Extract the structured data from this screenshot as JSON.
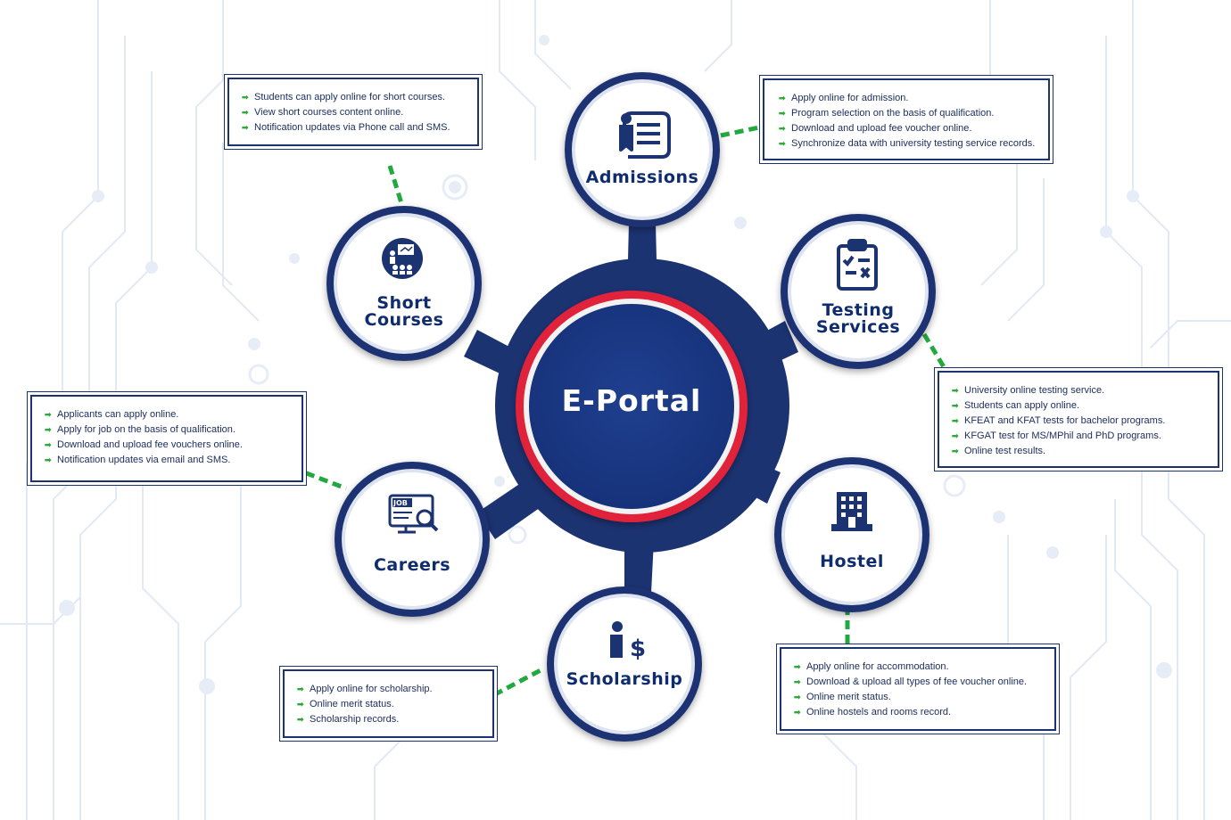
{
  "center": {
    "title": "E-Portal"
  },
  "colors": {
    "navy": "#1c3372",
    "navy_dark": "#0f2c6e",
    "red_ring": "#e0233a",
    "bullet_green": "#2eaa3a",
    "connector_green": "#21a93f",
    "circuit": "#dfe7f3"
  },
  "nodes": [
    {
      "id": "admissions",
      "title_lines": [
        "Admissions"
      ],
      "icon": "certificate-scroll-icon",
      "items": [
        "Apply online for admission.",
        "Program selection on the basis of qualification.",
        "Download and upload fee voucher online.",
        "Synchronize data with university testing service records."
      ]
    },
    {
      "id": "testing",
      "title_lines": [
        "Testing",
        "Services"
      ],
      "icon": "clipboard-checklist-icon",
      "items": [
        "University online testing service.",
        "Students can apply online.",
        "KFEAT and KFAT tests for bachelor programs.",
        "KFGAT test for MS/MPhil and PhD programs.",
        "Online test results."
      ]
    },
    {
      "id": "hostel",
      "title_lines": [
        "Hostel"
      ],
      "icon": "building-icon",
      "items": [
        "Apply online for accommodation.",
        "Download & upload all types of fee voucher online.",
        "Online merit status.",
        "Online hostels and rooms record."
      ]
    },
    {
      "id": "scholarship",
      "title_lines": [
        "Scholarship"
      ],
      "icon": "person-dollar-icon",
      "items": [
        "Apply online for scholarship.",
        "Online merit status.",
        "Scholarship records."
      ]
    },
    {
      "id": "careers",
      "title_lines": [
        "Careers"
      ],
      "icon": "job-search-icon",
      "items": [
        "Applicants can apply online.",
        "Apply for job on the basis of qualification.",
        "Download and upload fee vouchers online.",
        "Notification updates via email and SMS."
      ]
    },
    {
      "id": "short-courses",
      "title_lines": [
        "Short",
        "Courses"
      ],
      "icon": "classroom-presentation-icon",
      "items": [
        "Students can apply online for short courses.",
        "View short courses content online.",
        "Notification updates via Phone call and SMS."
      ]
    }
  ]
}
